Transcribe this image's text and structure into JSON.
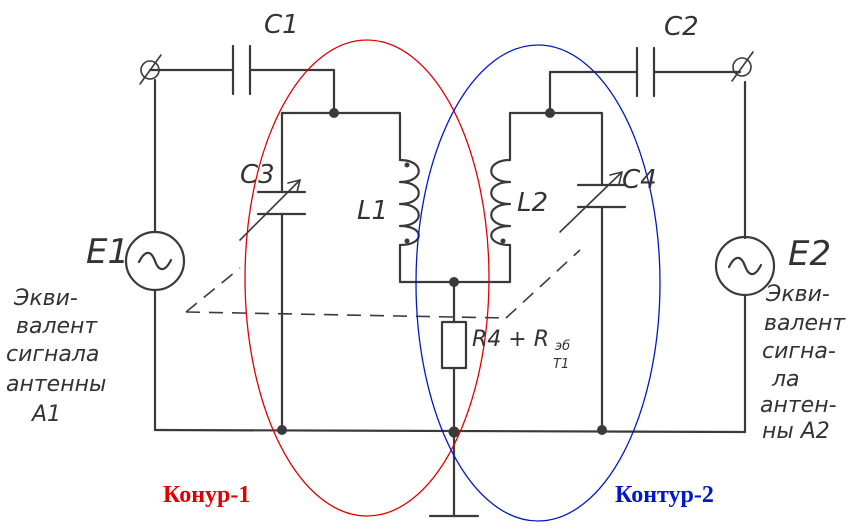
{
  "labels": {
    "c1": "C1",
    "c2": "C2",
    "c3": "C3",
    "c4": "C4",
    "l1": "L1",
    "l2": "L2",
    "e1": "E1",
    "e2": "E2",
    "r4": "R4 + R",
    "r4_sub": "эб",
    "r4_sub2": "T1"
  },
  "notes": {
    "left": [
      "Экви-",
      "валент",
      "сигнала",
      "антенны",
      "А1"
    ],
    "right": [
      "Экви-",
      "валент",
      "сигна-",
      "ла",
      "антен-",
      "ны А2"
    ]
  },
  "captions": {
    "loop1": "Конур-1",
    "loop2": "Контур-2"
  },
  "colors": {
    "loop1": "#e00000",
    "loop2": "#0018c8",
    "ink": "#3a3a3a"
  }
}
